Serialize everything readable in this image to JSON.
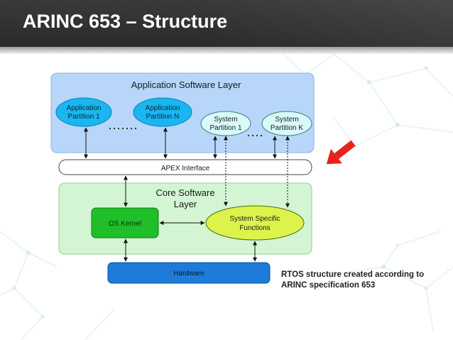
{
  "slide": {
    "title": "ARINC 653 – Structure",
    "caption_lines": [
      "RTOS structure created according to",
      "ARINC specification 653"
    ]
  },
  "diagram": {
    "application_layer_label": "Application Software Layer",
    "app_partition_1": [
      "Application",
      "Partition 1"
    ],
    "app_partition_n": [
      "Application",
      "Partition N"
    ],
    "sys_partition_1": [
      "System",
      "Partition 1"
    ],
    "sys_partition_k": [
      "System",
      "Partition K"
    ],
    "apex_label": "APEX Interface",
    "core_layer_label": [
      "Core Software",
      "Layer"
    ],
    "os_kernel_label": "OS Kernel",
    "ssf_label": [
      "System Specific",
      "Functions"
    ],
    "hardware_label": "Hardware",
    "colors": {
      "application_layer_fill": "#b7d6fa",
      "core_layer_fill": "#d3f5d3",
      "app_partition_fill": "#19b6f2",
      "sys_partition_fill": "#dafafa",
      "os_kernel_fill": "#1fbf2a",
      "ssf_fill": "#dcf34b",
      "hardware_fill": "#1e7bd9",
      "red_arrow": "#e8231f"
    }
  }
}
